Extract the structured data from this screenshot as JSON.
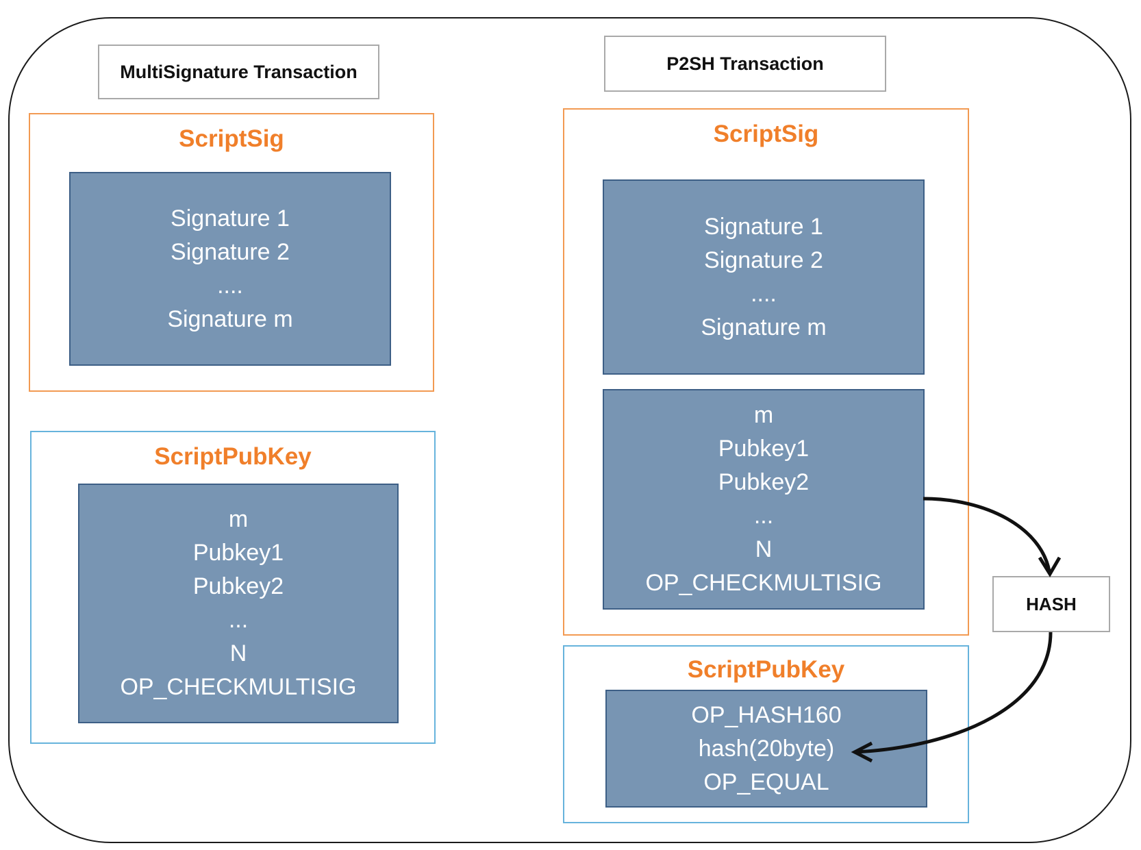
{
  "multisig": {
    "title": "MultiSignature Transaction",
    "scriptsig": {
      "title": "ScriptSig",
      "lines": [
        "Signature 1",
        "Signature 2",
        "....",
        "Signature m"
      ]
    },
    "scriptpubkey": {
      "title": "ScriptPubKey",
      "lines": [
        "m",
        "Pubkey1",
        "Pubkey2",
        "...",
        "N",
        "OP_CHECKMULTISIG"
      ]
    }
  },
  "p2sh": {
    "title": "P2SH Transaction",
    "scriptsig": {
      "title": "ScriptSig",
      "signatures": [
        "Signature 1",
        "Signature 2",
        "....",
        "Signature m"
      ],
      "redeem_script": [
        "m",
        "Pubkey1",
        "Pubkey2",
        "...",
        "N",
        "OP_CHECKMULTISIG"
      ]
    },
    "scriptpubkey": {
      "title": "ScriptPubKey",
      "lines": [
        "OP_HASH160",
        "hash(20byte)",
        "OP_EQUAL"
      ]
    }
  },
  "hash_label": "HASH",
  "colors": {
    "section_title": "#f07f2a",
    "scriptsig_border": "#f29a52",
    "scriptpubkey_border": "#66b3dc",
    "content_fill": "#7895b3",
    "content_border": "#3d5f86",
    "content_text": "#ffffff"
  }
}
